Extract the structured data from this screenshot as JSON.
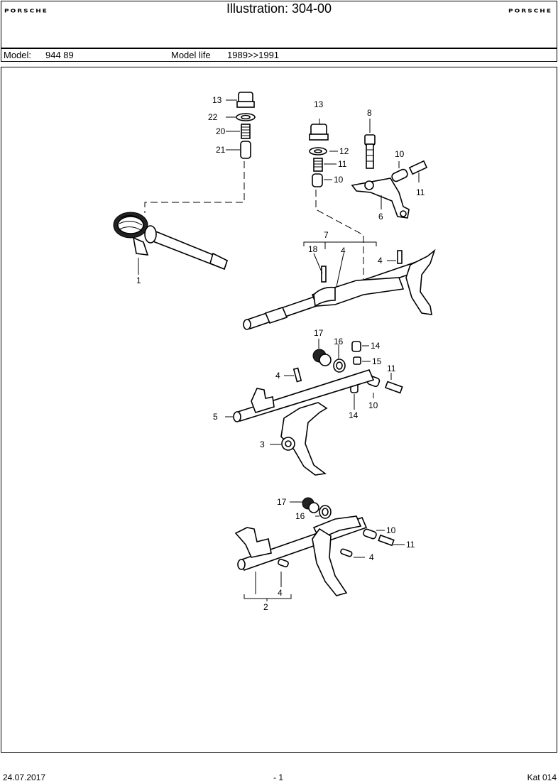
{
  "header": {
    "brand_left": "PORSCHE",
    "title": "Illustration: 304-00",
    "brand_right": "PORSCHE"
  },
  "model_bar": {
    "model_label": "Model:",
    "model_value": "944 89",
    "life_label": "Model life",
    "life_value": "1989>>1991"
  },
  "callouts": [
    "13",
    "22",
    "20",
    "21",
    "1",
    "13",
    "12",
    "11",
    "10",
    "8",
    "10",
    "11",
    "6",
    "7",
    "18",
    "4",
    "4",
    "17",
    "16",
    "14",
    "15",
    "4",
    "11",
    "10",
    "14",
    "5",
    "3",
    "17",
    "16",
    "10",
    "4",
    "11",
    "4",
    "2"
  ],
  "footer": {
    "date": "24.07.2017",
    "page": "- 1",
    "catalog": "Kat 014"
  }
}
